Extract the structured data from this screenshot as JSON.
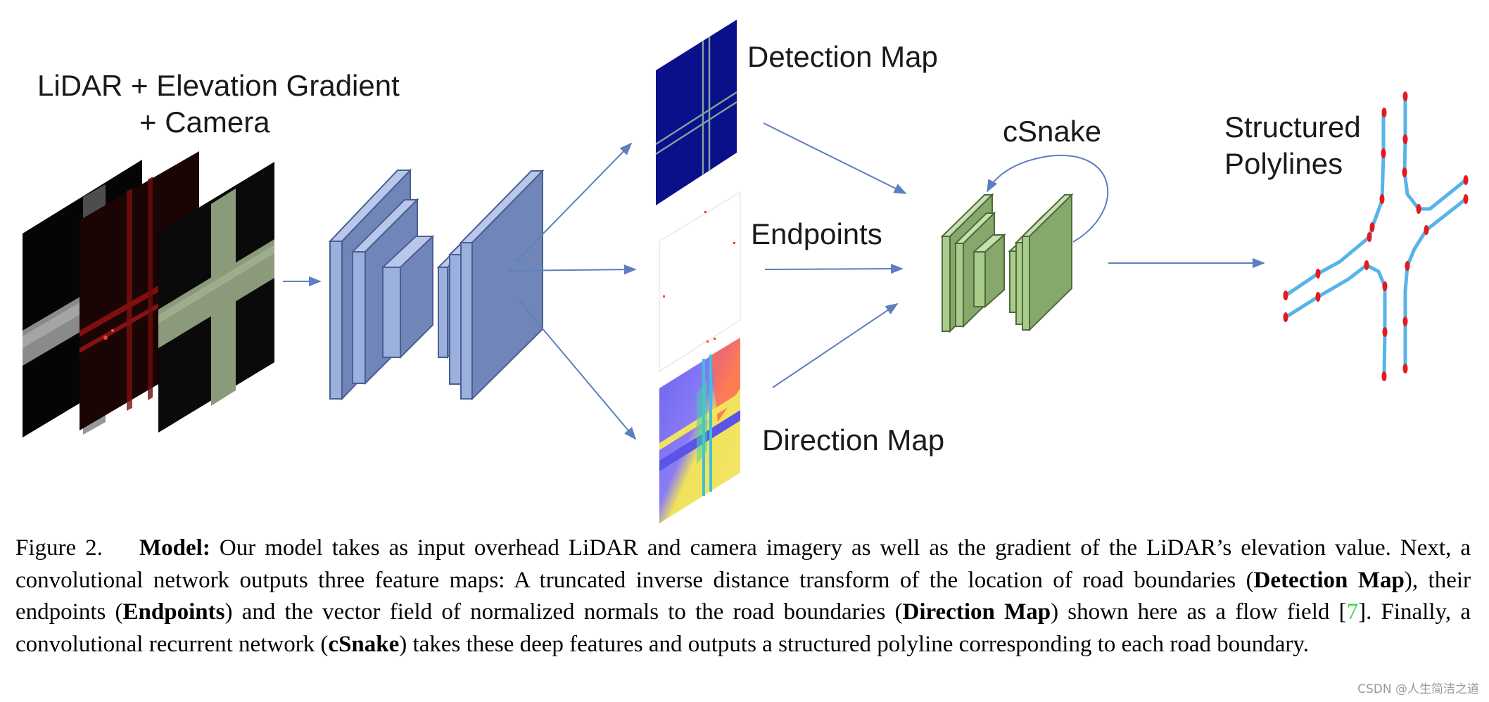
{
  "labels": {
    "input_line1": "LiDAR + Elevation Gradient",
    "input_line2": "+ Camera",
    "detection_map": "Detection Map",
    "endpoints": "Endpoints",
    "direction_map": "Direction Map",
    "csnake": "cSnake",
    "structured_line1": "Structured",
    "structured_line2": "Polylines"
  },
  "caption": {
    "figure_label": "Figure 2.",
    "model_label": "Model:",
    "text1": "Our model takes as input overhead LiDAR and camera imagery as well as the gradient of the LiDAR’s elevation value. Next, a convolutional network outputs three feature maps: A truncated inverse distance transform of the location of road boundaries (",
    "bold_detection": "Detection Map",
    "text2": "), their endpoints (",
    "bold_endpoints": "Endpoints",
    "text3": ") and the vector field of normalized normals to the road boundaries (",
    "bold_direction": "Direction Map",
    "text4": ") shown here as a flow field [",
    "cite": "7",
    "text5": "]. Finally, a convolutional recurrent network (",
    "bold_csnake": "cSnake",
    "text6": ") takes these deep features and outputs a structured polyline corresponding to each road boundary."
  },
  "watermark": "CSDN @人生简洁之道",
  "colors": {
    "cnn_face": "#9bb0dc",
    "cnn_side": "#7186b8",
    "cnn_stroke": "#4a5e94",
    "csnake_face": "#a9cb8c",
    "csnake_side": "#86a86a",
    "csnake_stroke": "#4f6b3a",
    "arrow": "#5b7fbf",
    "polyline": "#56b4e9",
    "vertex": "#e41a1c",
    "detection_bg": "#0a0f8a"
  }
}
